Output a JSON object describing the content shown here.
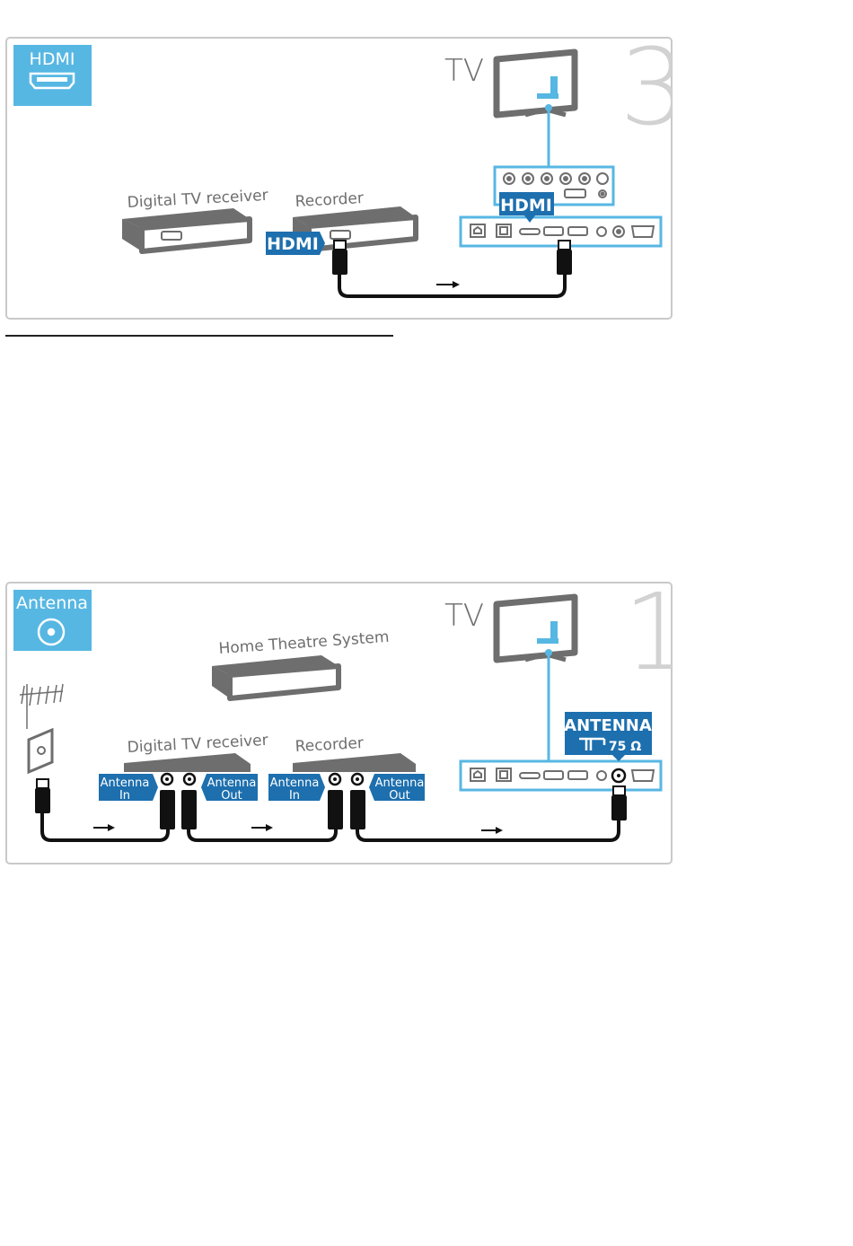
{
  "colors": {
    "accent_light": "#57b7e3",
    "accent_dark": "#1d6fae",
    "device_grey": "#6e6e6e",
    "frame_grey": "#c9c9c9",
    "cable": "#111111"
  },
  "diagram_hdmi": {
    "icon_label": "HDMI",
    "step_number": "3",
    "tv_label": "TV",
    "digital_receiver_label": "Digital TV receiver",
    "recorder_label": "Recorder",
    "recorder_port_label": "HDMI",
    "tv_port_label": "HDMI"
  },
  "diagram_antenna": {
    "icon_label": "Antenna",
    "step_number": "1",
    "tv_label": "TV",
    "home_theatre_label": "Home Theatre System",
    "digital_receiver_label": "Digital TV receiver",
    "recorder_label": "Recorder",
    "port_in_line1": "Antenna",
    "port_in_line2": "In",
    "port_out_line1": "Antenna",
    "port_out_line2": "Out",
    "tv_port_label": "ANTENNA",
    "tv_port_ohms": "75 Ω"
  }
}
